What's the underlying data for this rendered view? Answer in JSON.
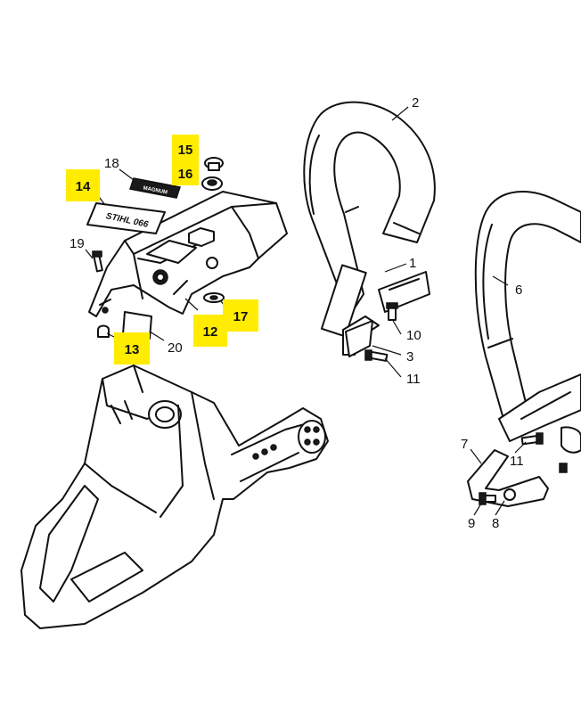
{
  "callouts": {
    "c1": "1",
    "c2": "2",
    "c3": "3",
    "c6": "6",
    "c7": "7",
    "c8": "8",
    "c9": "9",
    "c10": "10",
    "c11a": "11",
    "c11b": "11",
    "c12": "12",
    "c13": "13",
    "c14": "14",
    "c15": "15",
    "c16": "16",
    "c17": "17",
    "c18": "18",
    "c19": "19",
    "c20": "20"
  },
  "decals": {
    "model_decal": "STIHL 066",
    "magnum_badge": "MAGNUM"
  },
  "colors": {
    "highlight": "#ffec00",
    "ink": "#111111"
  }
}
